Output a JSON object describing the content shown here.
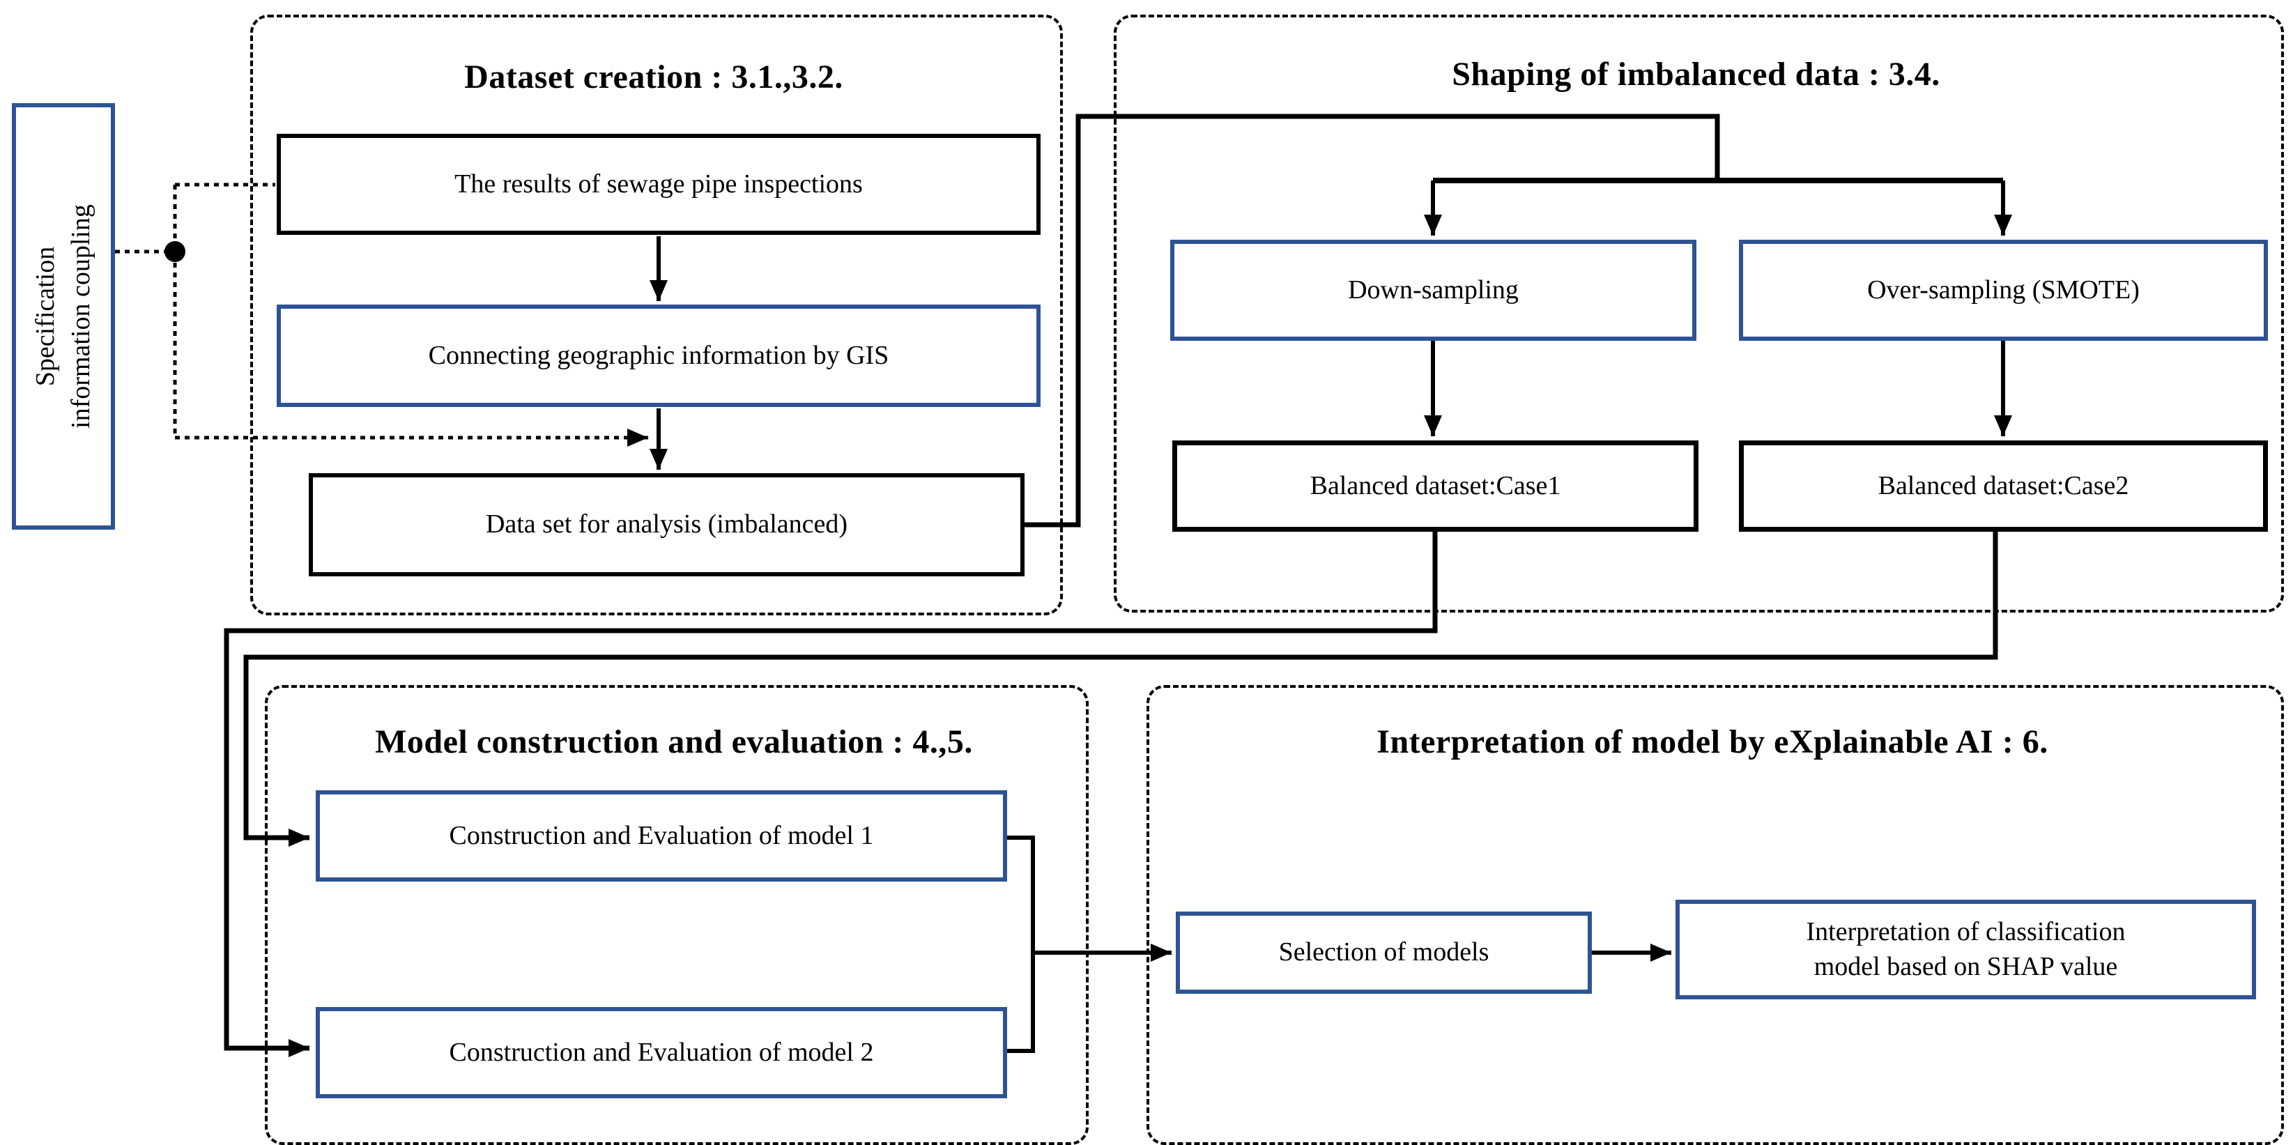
{
  "figure": {
    "type": "flowchart",
    "side_box": {
      "line1": "Specification",
      "line2": "information coupling"
    },
    "sections": {
      "dataset_creation": {
        "title": "Dataset creation : 3.1.,3.2."
      },
      "shaping": {
        "title": "Shaping of imbalanced data : 3.4."
      },
      "model_construction": {
        "title": "Model construction and evaluation : 4.,5."
      },
      "interpretation": {
        "title": "Interpretation of model by eXplainable AI : 6."
      }
    },
    "nodes": {
      "results": "The results of sewage pipe inspections",
      "gis": "Connecting geographic information by GIS",
      "dataset": "Data set for analysis (imbalanced)",
      "down_sampling": "Down-sampling",
      "over_sampling": "Over-sampling (SMOTE)",
      "case1": "Balanced dataset:Case1",
      "case2": "Balanced dataset:Case2",
      "model1": "Construction and Evaluation of model 1",
      "model2": "Construction and Evaluation of model 2",
      "selection": "Selection of models",
      "shap_line1": "Interpretation of classification",
      "shap_line2": "model based on SHAP value"
    },
    "colors": {
      "accent_blue": "#2e5395",
      "line_black": "#000000"
    }
  }
}
